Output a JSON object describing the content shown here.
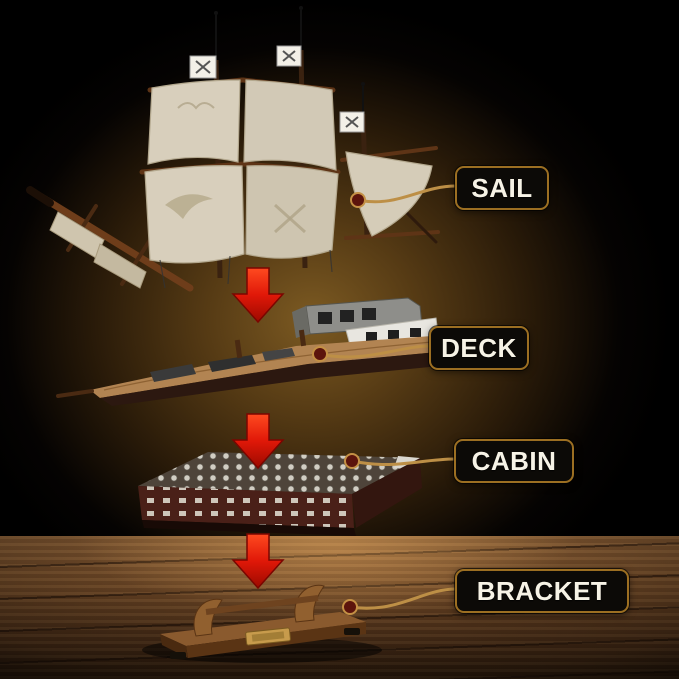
{
  "diagram": {
    "callouts": [
      {
        "id": "sail",
        "label": "SAIL"
      },
      {
        "id": "deck",
        "label": "DECK"
      },
      {
        "id": "cabin",
        "label": "CABIN"
      },
      {
        "id": "bracket",
        "label": "BRACKET"
      }
    ],
    "icons": {
      "flag": "crossed-swords-flag",
      "arrow": "red-down-arrow"
    },
    "colors": {
      "arrow_red": "#e01808",
      "arrow_red_dark": "#9c0a00",
      "callout_line": "#bd8f46",
      "callout_dot": "#5c140c",
      "label_border": "#9c6f22",
      "label_bg": "#0c0a07",
      "label_text": "#f7f3e6",
      "sail_canvas": "#d8cfbc",
      "hull_brown": "#8a5a2e",
      "glow": "#7c5a22",
      "table_wood": "#8a5a30"
    }
  }
}
